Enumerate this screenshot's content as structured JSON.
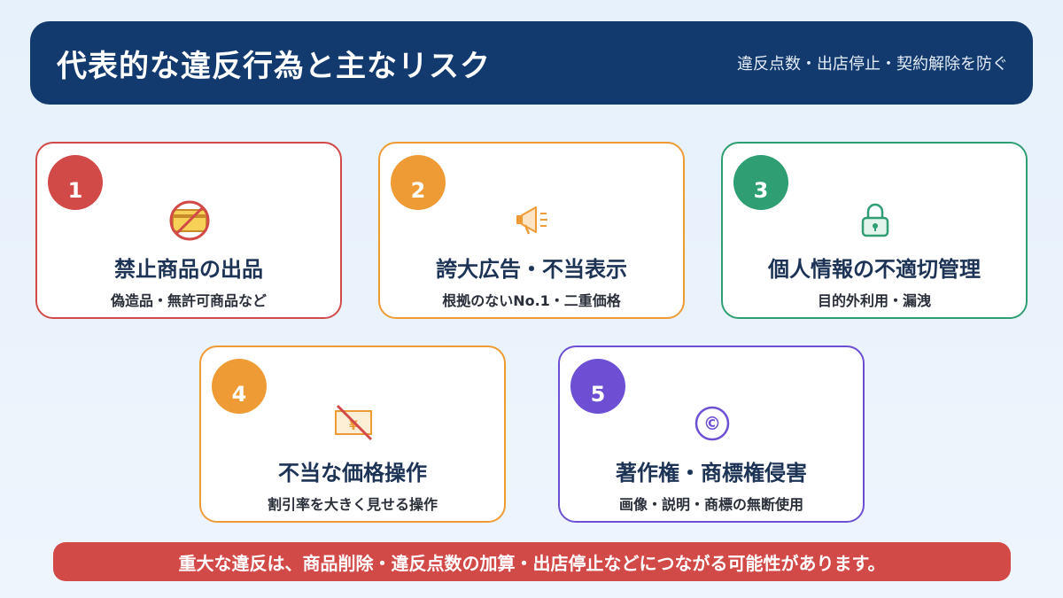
{
  "header": {
    "title": "代表的な違反行為と主なリスク",
    "subtitle": "違反点数・出店停止・契約解除を防ぐ"
  },
  "colors": {
    "header_bg": "#133a6e",
    "red": "#d24a47",
    "orange": "#ef9b35",
    "green": "#2f9e72",
    "purple": "#6c4fd3",
    "footer_bg": "#d24a47"
  },
  "cards": [
    {
      "number": "1",
      "icon": "prohibited-card-icon",
      "title": "禁止商品の出品",
      "desc": "偽造品・無許可商品など"
    },
    {
      "number": "2",
      "icon": "megaphone-icon",
      "title": "誇大広告・不当表示",
      "desc": "根拠のないNo.1・二重価格"
    },
    {
      "number": "3",
      "icon": "lock-icon",
      "title": "個人情報の不適切管理",
      "desc": "目的外利用・漏洩"
    },
    {
      "number": "4",
      "icon": "prohibited-price-icon",
      "title": "不当な価格操作",
      "desc": "割引率を大きく見せる操作"
    },
    {
      "number": "5",
      "icon": "copyright-icon",
      "title": "著作権・商標権侵害",
      "desc": "画像・説明・商標の無断使用"
    }
  ],
  "footer": {
    "text": "重大な違反は、商品削除・違反点数の加算・出店停止などにつながる可能性があります。"
  }
}
